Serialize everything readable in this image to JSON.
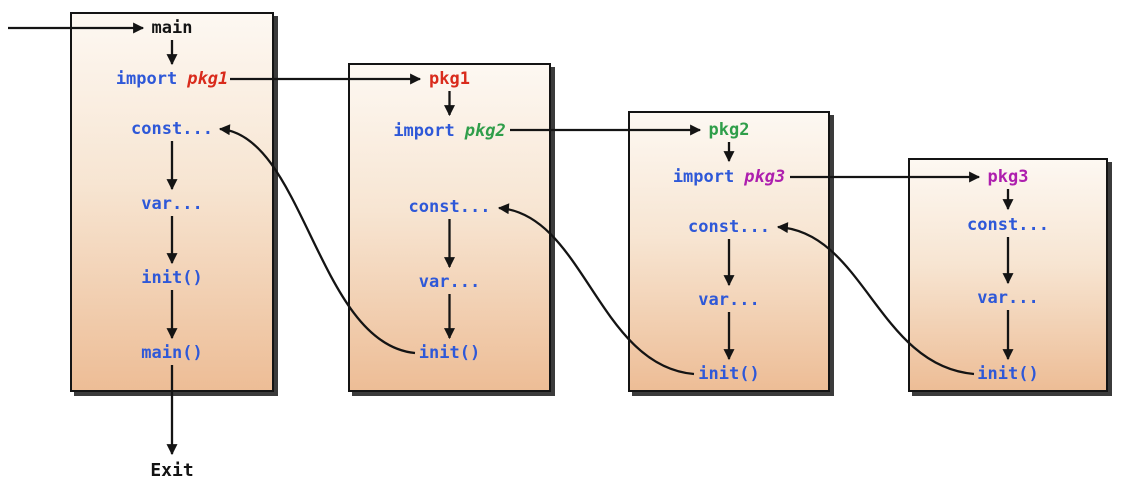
{
  "exit_label": "Exit",
  "boxes": [
    {
      "name": "main",
      "header": "main",
      "header_color": "#141414",
      "import_keyword": "import",
      "import_package": "pkg1",
      "import_package_color": "#d92b1c",
      "const": "const...",
      "var": "var...",
      "init": "init()",
      "main_call": "main()"
    },
    {
      "name": "pkg1",
      "header": "pkg1",
      "header_color": "#d92b1c",
      "import_keyword": "import",
      "import_package": "pkg2",
      "import_package_color": "#2f9e4a",
      "const": "const...",
      "var": "var...",
      "init": "init()"
    },
    {
      "name": "pkg2",
      "header": "pkg2",
      "header_color": "#2f9e4a",
      "import_keyword": "import",
      "import_package": "pkg3",
      "import_package_color": "#ae1fae",
      "const": "const...",
      "var": "var...",
      "init": "init()"
    },
    {
      "name": "pkg3",
      "header": "pkg3",
      "header_color": "#ae1fae",
      "const": "const...",
      "var": "var...",
      "init": "init()"
    }
  ],
  "colors": {
    "code_blue": "#2e58d8",
    "text_black": "#141414",
    "pkg1_red": "#d92b1c",
    "pkg2_green": "#2f9e4a",
    "pkg3_magenta": "#ae1fae",
    "box_gradient_top": "#fdf8f2",
    "box_gradient_bottom": "#edbd96",
    "box_border": "#141414",
    "box_shadow": "#3b3b3b",
    "arrow": "#141414",
    "background": "#ffffff"
  }
}
